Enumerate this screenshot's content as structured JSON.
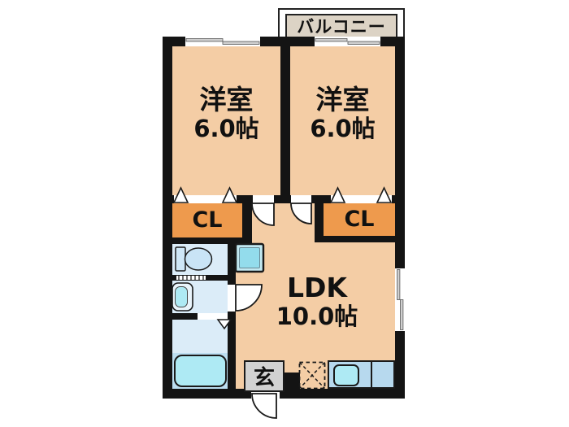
{
  "document": {
    "type": "apartment-floor-plan"
  },
  "labels": {
    "balcony": "バルコニー",
    "bedroom_left": {
      "name": "洋室",
      "size": "6.0帖"
    },
    "bedroom_right": {
      "name": "洋室",
      "size": "6.0帖"
    },
    "closet_left": "CL",
    "closet_right": "CL",
    "ldk": {
      "name": "LDK",
      "size": "10.0帖"
    },
    "entrance": "玄"
  },
  "colors": {
    "wall": "#141414",
    "room-fill": "#f4cda5",
    "closet-fill": "#ee9a4d",
    "balcony-fill": "#dcd3c5",
    "wet-room-fill": "#dbecf8",
    "bath-floor-fill": "#bcdef1",
    "counter-fill": "#b7d9ee",
    "fixture-fill": "#aeeaf4",
    "genkan-fill": "#d2d2d2"
  }
}
